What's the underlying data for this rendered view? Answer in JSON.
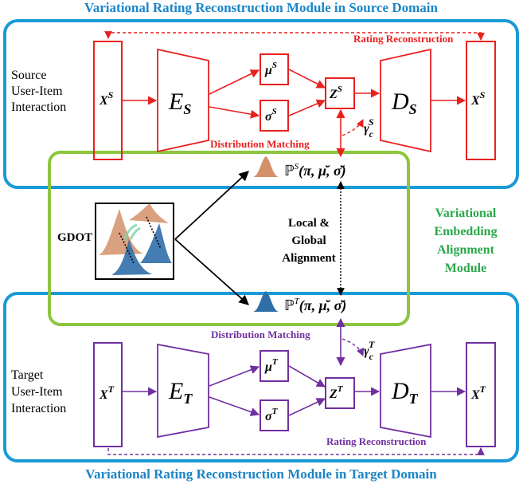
{
  "source": {
    "title": "Variational Rating Reconstruction Module in Source Domain",
    "label_lines": [
      "Source",
      "User-Item",
      "Interaction"
    ],
    "input": "X",
    "input_sup": "S",
    "encoder": "E",
    "encoder_sub": "S",
    "mu": "μ",
    "mu_sup": "S",
    "sigma": "σ",
    "sigma_sup": "S",
    "z": "Z",
    "z_sup": "S",
    "decoder": "D",
    "decoder_sub": "S",
    "output": "X",
    "output_sup": "S",
    "rating_reconstruction": "Rating Reconstruction",
    "distribution_matching": "Distribution Matching",
    "gamma": "γ",
    "gamma_sub": "c",
    "gamma_sup": "S",
    "color": "#e8211f"
  },
  "alignment": {
    "title_lines": [
      "Variational",
      "Embedding",
      "Alignment",
      "Module"
    ],
    "gdot": "GDOT",
    "center_lines": [
      "Local &",
      "Global",
      "Alignment"
    ],
    "p_source": "ℙ",
    "p_source_sup": "S",
    "p_source_args": "(π, μ̆, σ̆)",
    "p_target": "ℙ",
    "p_target_sup": "T",
    "p_target_args": "(π, μ̆, σ̆)",
    "color": "#8cc63f"
  },
  "target": {
    "title": "Variational Rating Reconstruction Module in Target Domain",
    "label_lines": [
      "Target",
      "User-Item",
      "Interaction"
    ],
    "input": "X",
    "input_sup": "T",
    "encoder": "E",
    "encoder_sub": "T",
    "mu": "μ",
    "mu_sup": "T",
    "sigma": "σ",
    "sigma_sup": "T",
    "z": "Z",
    "z_sup": "T",
    "decoder": "D",
    "decoder_sub": "T",
    "output": "X",
    "output_sup": "T",
    "rating_reconstruction": "Rating Reconstruction",
    "distribution_matching": "Distribution Matching",
    "gamma": "γ",
    "gamma_sub": "c",
    "gamma_sup": "T",
    "color": "#7030a0"
  },
  "colors": {
    "module_border": "#1a9ad6",
    "source_dist": "#d4906a",
    "target_dist": "#2f6fa8"
  }
}
